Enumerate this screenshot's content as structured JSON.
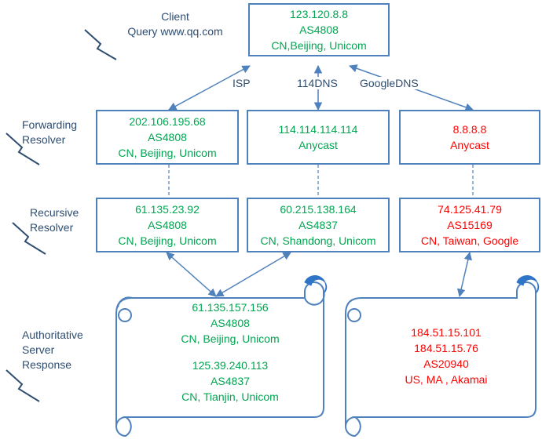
{
  "client": {
    "label_line1": "Client",
    "label_line2": "Query www.qq.com",
    "ip": "123.120.8.8",
    "asn": "AS4808",
    "location": "CN,Beijing, Unicom"
  },
  "edge_labels": {
    "isp": "ISP",
    "dns114": "114DNS",
    "google": "GoogleDNS"
  },
  "row_labels": {
    "forwarding": [
      "Forwarding",
      "Resolver"
    ],
    "recursive": [
      "Recursive",
      "Resolver"
    ],
    "authoritative": [
      "Authoritative",
      "Server",
      "Response"
    ]
  },
  "forwarding": [
    {
      "ip": "202.106.195.68",
      "asn": "AS4808",
      "location": "CN, Beijing, Unicom",
      "color": "#00a651"
    },
    {
      "ip": "114.114.114.114",
      "asn": "Anycast",
      "location": "",
      "color": "#00a651"
    },
    {
      "ip": "8.8.8.8",
      "asn": "Anycast",
      "location": "",
      "color": "#ff0000"
    }
  ],
  "recursive": [
    {
      "ip": "61.135.23.92",
      "asn": "AS4808",
      "location": "CN, Beijing, Unicom",
      "color": "#00a651"
    },
    {
      "ip": "60.215.138.164",
      "asn": "AS4837",
      "location": "CN, Shandong, Unicom",
      "color": "#00a651"
    },
    {
      "ip": "74.125.41.79",
      "asn": "AS15169",
      "location": "CN, Taiwan, Google",
      "color": "#ff0000"
    }
  ],
  "authoritative_left": {
    "entry1": {
      "ip": "61.135.157.156",
      "asn": "AS4808",
      "location": "CN, Beijing, Unicom"
    },
    "entry2": {
      "ip": "125.39.240.113",
      "asn": "AS4837",
      "location": "CN, Tianjin, Unicom"
    }
  },
  "authoritative_right": {
    "ip1": "184.51.15.101",
    "ip2": "184.51.15.76",
    "asn": "AS20940",
    "location": "US, MA , Akamai"
  },
  "colors": {
    "line": "#4f81bd",
    "green": "#00a651",
    "red": "#ff0000",
    "label": "#2e4d70"
  }
}
